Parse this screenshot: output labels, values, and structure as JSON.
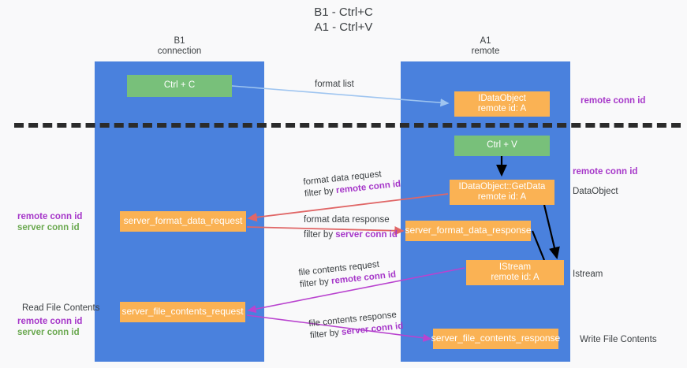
{
  "title": {
    "line1": "B1 - Ctrl+C",
    "line2": "A1 - Ctrl+V"
  },
  "columns": {
    "left": {
      "name": "B1",
      "role": "connection"
    },
    "right": {
      "name": "A1",
      "role": "remote"
    }
  },
  "nodes": {
    "ctrl_c": {
      "label": "Ctrl + C",
      "color": "#78c07a"
    },
    "ctrl_v": {
      "label": "Ctrl + V",
      "color": "#78c07a"
    },
    "idataobject": {
      "line1": "IDataObject",
      "line2": "remote id: A",
      "color": "#fab254"
    },
    "getdata": {
      "line1": "IDataObject::GetData",
      "line2": "remote id: A",
      "color": "#fab254"
    },
    "istream": {
      "line1": "IStream",
      "line2": "remote id: A",
      "color": "#fab254"
    },
    "server_format_data_request": {
      "label": "server_format_data_request",
      "color": "#fab254"
    },
    "server_format_data_response": {
      "label": "server_format_data_response",
      "color": "#fab254"
    },
    "server_file_contents_request": {
      "label": "server_file_contents_request",
      "color": "#fab254"
    },
    "server_file_contents_response": {
      "label": "server_file_contents_response",
      "color": "#fab254"
    }
  },
  "edges": {
    "format_list": "format list",
    "format_data_request": "format data request",
    "format_data_request_filter_prefix": "filter by ",
    "format_data_request_filter_key": "remote conn id",
    "format_data_response": "format data response",
    "format_data_response_filter_prefix": "filter by ",
    "format_data_response_filter_key": "server conn id",
    "file_contents_request": "file contents request",
    "file_contents_request_filter_prefix": "filter by ",
    "file_contents_request_filter_key": "remote conn id",
    "file_contents_response": "file contents response",
    "file_contents_response_filter_prefix": "filter by ",
    "file_contents_response_filter_key": "server conn id"
  },
  "annotations": {
    "right_remote_conn_id_top": "remote conn id",
    "right_remote_conn_id_mid": "remote conn id",
    "right_dataobject": "DataObject",
    "right_istream": "Istream",
    "right_write_file_contents": "Write File Contents",
    "left_remote_conn_id_1": "remote conn id",
    "left_server_conn_id_1": "server conn id",
    "left_read_file_contents": "Read File Contents",
    "left_remote_conn_id_2": "remote conn id",
    "left_server_conn_id_2": "server conn id"
  },
  "colors": {
    "lane": "#4a81dd",
    "node_green": "#78c07a",
    "node_orange": "#fab254",
    "purple": "#a637c9",
    "green_text": "#6aa84f",
    "arrow_blue": "#9fc5f0",
    "arrow_red": "#e06666",
    "arrow_magenta": "#b943cf",
    "arrow_black": "#000000",
    "background": "#f9f9fa",
    "divider": "#2b2b2b"
  }
}
